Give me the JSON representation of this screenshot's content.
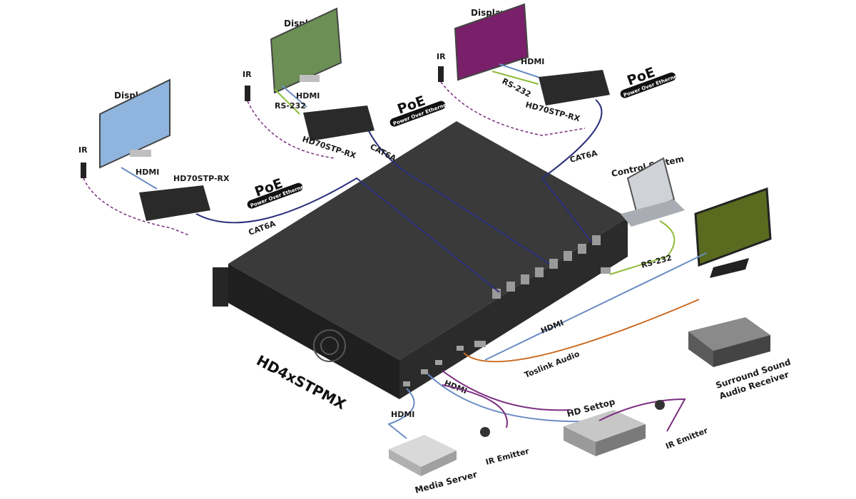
{
  "device": {
    "name": "HD4xSTPMX"
  },
  "displays": [
    {
      "label": "Display",
      "receiver": "HD70STP-RX",
      "ir": "IR",
      "hdmi": "HDMI",
      "cable": "CAT6A",
      "poe": "PoE",
      "poe_sub": "Power Over Ethernet"
    },
    {
      "label": "Display",
      "receiver": "HD70STP-RX",
      "ir": "IR",
      "hdmi": "HDMI",
      "rs232": "RS-232",
      "cable": "CAT6A",
      "poe": "PoE",
      "poe_sub": "Power Over Ethernet"
    },
    {
      "label": "Display",
      "receiver": "HD70STP-RX",
      "ir": "IR",
      "hdmi": "HDMI",
      "rs232": "RS-232",
      "cable": "CAT6A",
      "poe": "PoE",
      "poe_sub": "Power Over Ethernet"
    }
  ],
  "control": {
    "label": "Control System",
    "rs232": "RS-232"
  },
  "local_hdmi": "HDMI",
  "audio": {
    "toslink": "Toslink Audio",
    "receiver_line1": "Surround Sound",
    "receiver_line2": "Audio Receiver"
  },
  "sources": {
    "settop": "HD Settop",
    "settop_hdmi": "HDMI",
    "ir_emitter_right": "IR Emitter",
    "media_server": "Media Server",
    "media_hdmi": "HDMI",
    "ir_emitter_left": "IR Emitter"
  },
  "colors": {
    "cat6a": "#2b2f7a",
    "hdmi": "#6a8cc4",
    "rs232": "#8dbb3a",
    "toslink": "#cc6a1f",
    "ir": "#7a2d7f",
    "device_body": "#2a2a2a"
  }
}
